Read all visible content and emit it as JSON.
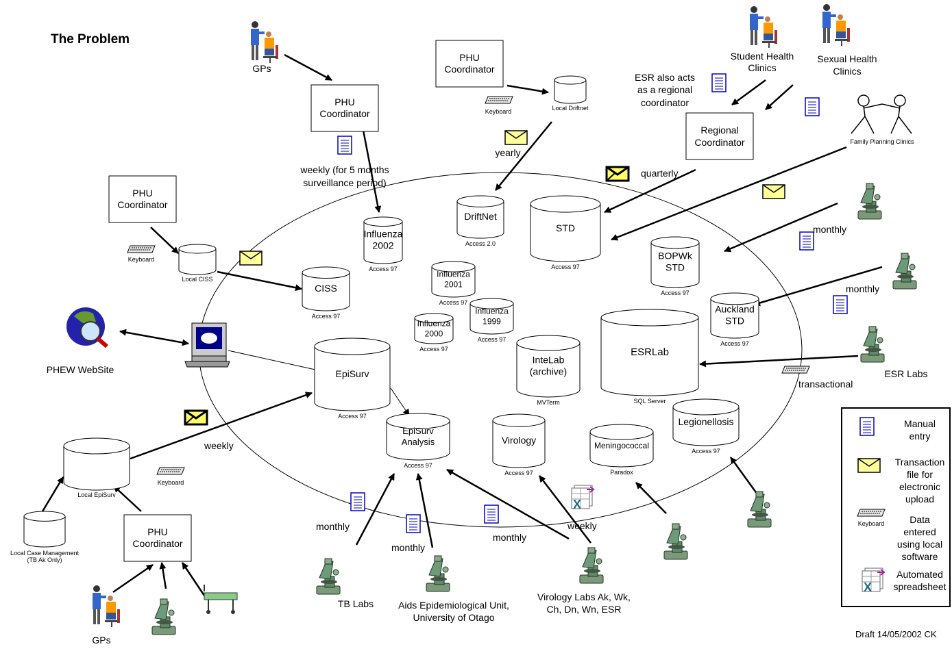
{
  "title": "The Problem",
  "footer": "Draft 14/05/2002 CK",
  "databases": {
    "influenza2002": {
      "name": [
        "Influenza",
        "2002"
      ],
      "tech": "Access 97"
    },
    "driftnet": {
      "name": [
        "DriftNet"
      ],
      "tech": "Access 2.0"
    },
    "std": {
      "name": [
        "STD"
      ],
      "tech": "Access 97"
    },
    "influenza2001": {
      "name": [
        "Influenza",
        "2001"
      ],
      "tech": "Access 97"
    },
    "influenza1999": {
      "name": [
        "Influenza",
        "1999"
      ],
      "tech": "Access 97"
    },
    "influenza2000": {
      "name": [
        "Influenza",
        "2000"
      ],
      "tech": "Access 97"
    },
    "ciss": {
      "name": [
        "CISS"
      ],
      "tech": "Access 97"
    },
    "bopwk": {
      "name": [
        "BOPWk",
        "STD"
      ],
      "tech": "Access 97"
    },
    "auckland": {
      "name": [
        "Auckland",
        "STD"
      ],
      "tech": "Access 97"
    },
    "esrlab": {
      "name": [
        "ESRLab"
      ],
      "tech": "SQL Server"
    },
    "episurv": {
      "name": [
        "EpiSurv"
      ],
      "tech": "Access 97"
    },
    "intelab": {
      "name": [
        "InteLab",
        "(archive)"
      ],
      "tech": "MVTerm"
    },
    "episurvanalysis": {
      "name": [
        "EpiSurv",
        "Analysis"
      ],
      "tech": "Access 97"
    },
    "virology": {
      "name": [
        "Virology"
      ],
      "tech": "Access 97"
    },
    "meningococcal": {
      "name": [
        "Meningococcal"
      ],
      "tech": "Paradox"
    },
    "legionellosis": {
      "name": [
        "Legionellosis"
      ],
      "tech": "Access 97"
    }
  },
  "local_databases": {
    "local_driftnet": "Local Driftnet",
    "local_ciss": "Local CISS",
    "local_episurv": "Local EpiSurv",
    "local_case_mgmt": [
      "Local Case Management",
      "(TB Ak Only)"
    ]
  },
  "coordinators": {
    "top": [
      "PHU",
      "Coordinator"
    ],
    "top_right": [
      "PHU",
      "Coordinator"
    ],
    "left": [
      "PHU",
      "Coordinator"
    ],
    "bottom_left": [
      "PHU",
      "Coordinator"
    ],
    "regional": [
      "Regional",
      "Coordinator"
    ]
  },
  "sources": {
    "gps_top": "GPs",
    "gps_bottom": "GPs",
    "student_health": [
      "Student Health",
      "Clinics"
    ],
    "sexual_health": [
      "Sexual Health",
      "Clinics"
    ],
    "family_planning": "Family Planning Clinics",
    "esr_labs": "ESR Labs",
    "tb_labs": "TB Labs",
    "aids_unit": [
      "Aids Epidemiological Unit,",
      "University of Otago"
    ],
    "virology_labs": [
      "Virology Labs Ak, Wk,",
      "Ch, Dn, Wn, ESR"
    ],
    "phew": "PHEW WebSite"
  },
  "notes": {
    "esr_regional": [
      "ESR also acts",
      "as a regional",
      "coordinator"
    ]
  },
  "frequency_labels": {
    "weekly_flu": [
      "weekly (for 5 months",
      "surveillance period)"
    ],
    "yearly": "yearly",
    "quarterly": "quarterly",
    "monthly_bop": "monthly",
    "monthly_auck": "monthly",
    "transactional": "transactional",
    "weekly_episurv": "weekly",
    "monthly_tb": "monthly",
    "monthly_aids": "monthly",
    "monthly_vir": "monthly",
    "weekly_vir": "weekly"
  },
  "keyboard_label": "Keyboard",
  "legend": {
    "manual": [
      "Manual",
      "entry"
    ],
    "transaction": [
      "Transaction",
      "file for",
      "electronic",
      "upload"
    ],
    "keyboard": [
      "Data",
      "entered",
      "using local",
      "software"
    ],
    "keyboard_caption": "Keyboard",
    "spreadsheet": [
      "Automated",
      "spreadsheet"
    ]
  }
}
